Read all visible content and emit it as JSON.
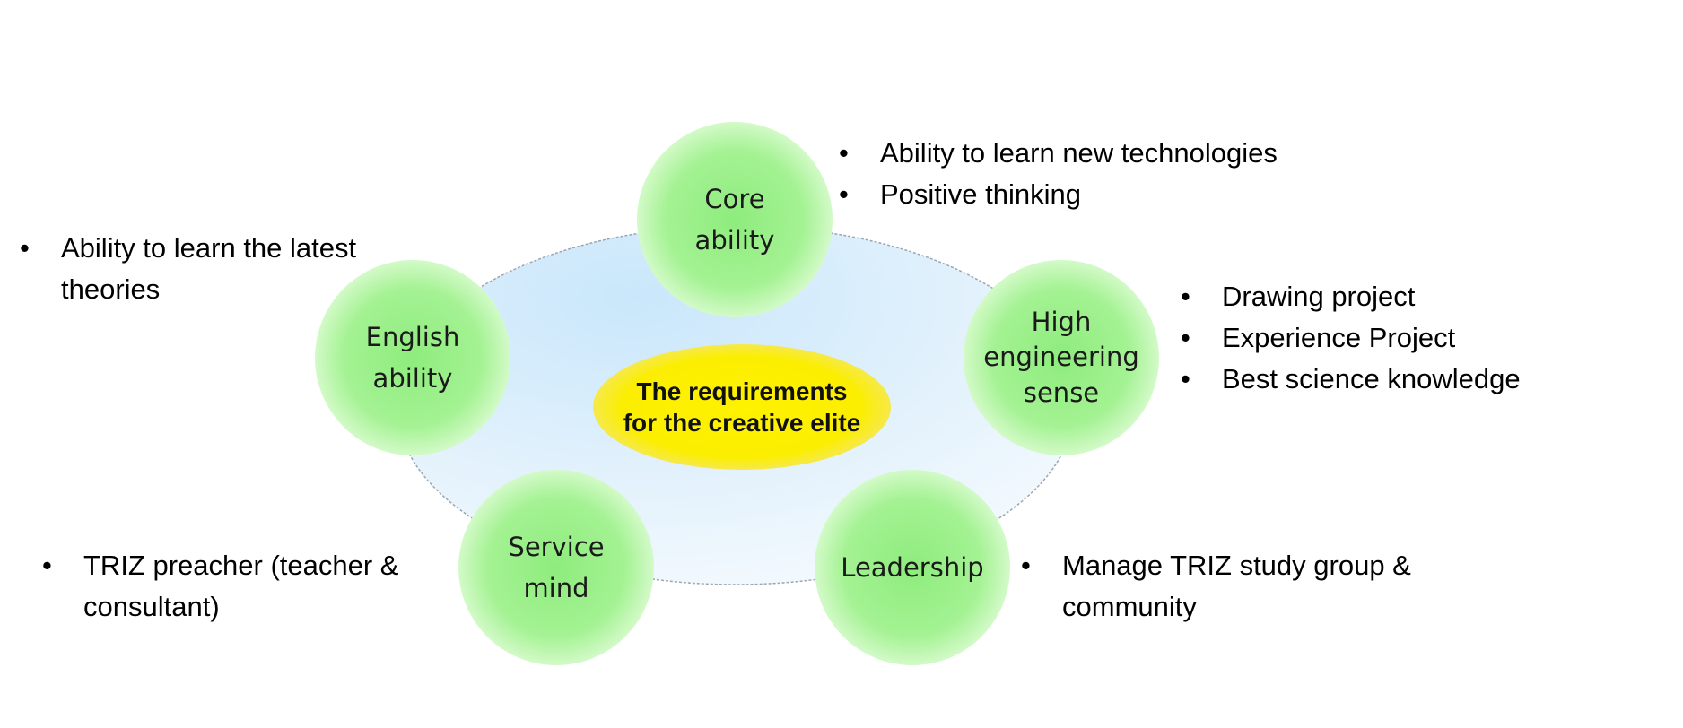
{
  "diagram": {
    "center": {
      "label": "The requirements\nfor the creative elite"
    },
    "nodes": [
      {
        "id": "core",
        "label": "Core\nability",
        "bullets": [
          "Ability to learn new technologies",
          "Positive thinking"
        ]
      },
      {
        "id": "english",
        "label": "English\nability",
        "bullets": [
          "Ability to learn the latest theories"
        ]
      },
      {
        "id": "engineering",
        "label": "High\nengineering\nsense",
        "bullets": [
          "Drawing project",
          "Experience Project",
          "Best science knowledge"
        ]
      },
      {
        "id": "service",
        "label": "Service\nmind",
        "bullets": [
          "TRIZ preacher (teacher & consultant)"
        ]
      },
      {
        "id": "leadership",
        "label": "Leadership",
        "bullets": [
          "Manage TRIZ study group & community"
        ]
      }
    ],
    "colors": {
      "circle_fill": "#9cf08c",
      "circle_edge": "#c8f8bd",
      "ellipse_fill": "#d9efff",
      "center_fill": "#fff200"
    }
  }
}
